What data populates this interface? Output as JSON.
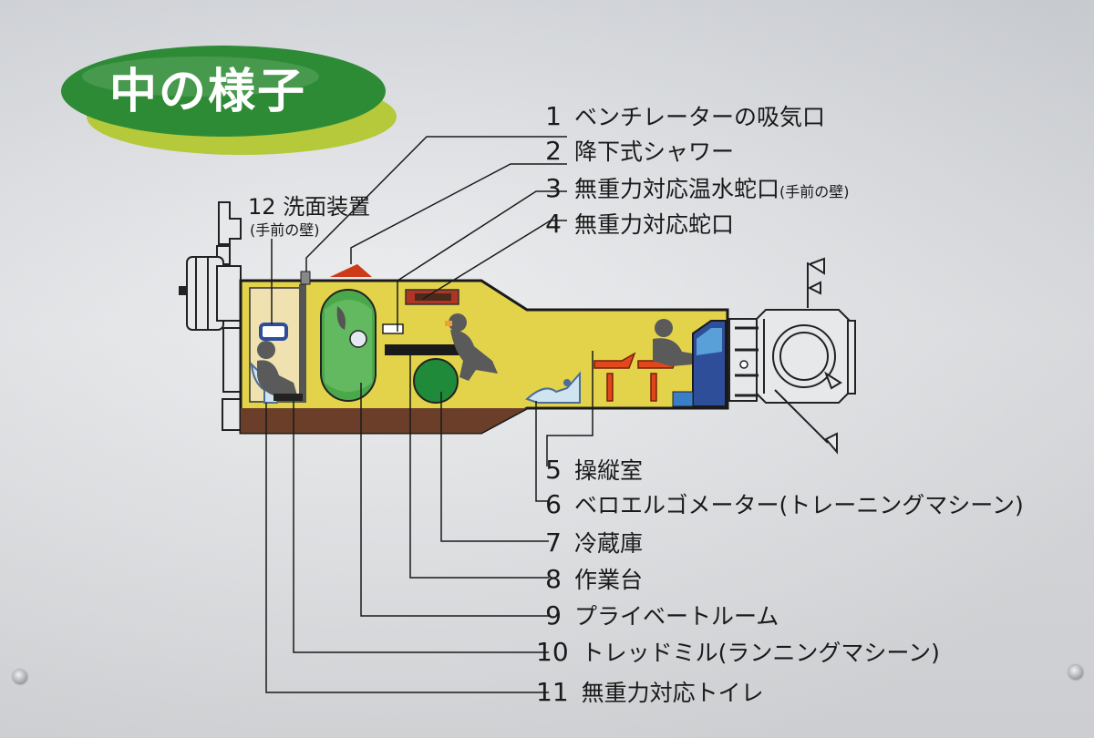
{
  "title": "中の様子",
  "labels": [
    {
      "num": "1",
      "text": "ベンチレーターの吸気口",
      "note": ""
    },
    {
      "num": "2",
      "text": "降下式シャワー",
      "note": ""
    },
    {
      "num": "3",
      "text": "無重力対応温水蛇口",
      "note": "(手前の壁)"
    },
    {
      "num": "4",
      "text": "無重力対応蛇口",
      "note": ""
    },
    {
      "num": "5",
      "text": "操縦室",
      "note": ""
    },
    {
      "num": "6",
      "text": "ベロエルゴメーター(トレーニングマシーン)",
      "note": ""
    },
    {
      "num": "7",
      "text": "冷蔵庫",
      "note": ""
    },
    {
      "num": "8",
      "text": "作業台",
      "note": ""
    },
    {
      "num": "9",
      "text": "プライベートルーム",
      "note": ""
    },
    {
      "num": "10",
      "text": "トレッドミル(ランニングマシーン)",
      "note": ""
    },
    {
      "num": "11",
      "text": "無重力対応トイレ",
      "note": ""
    },
    {
      "num": "12",
      "text": "洗面装置",
      "note": "(手前の壁)"
    }
  ],
  "colors": {
    "logo_green": "#2e8b35",
    "logo_lime": "#b5c93a",
    "module_interior": "#e3d34a",
    "module_floor": "#6b3e2a",
    "private_room": "#4aa84a",
    "hatch": "#cc3a1a",
    "stool": "#e0471c",
    "console": "#2e4e9a",
    "refrigerator": "#1e8a3a",
    "crew": "#5a5a5a"
  },
  "icons": [
    "figure-silhouette",
    "hatch-triangle",
    "stool",
    "refrigerator-circle",
    "control-console",
    "docking-port"
  ]
}
